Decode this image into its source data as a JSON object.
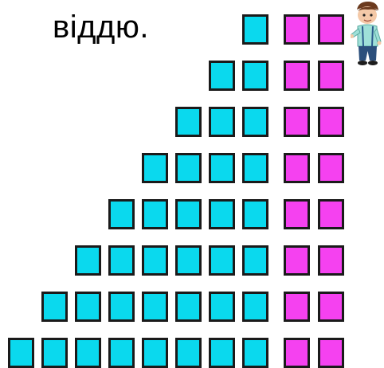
{
  "title": "віддю.",
  "colors": {
    "blue": "#0ad9ee",
    "pink": "#f541f0",
    "border": "#1a1a1a"
  },
  "rows": [
    {
      "blue": 1,
      "pink": 2
    },
    {
      "blue": 2,
      "pink": 2
    },
    {
      "blue": 3,
      "pink": 2
    },
    {
      "blue": 4,
      "pink": 2
    },
    {
      "blue": 5,
      "pink": 2
    },
    {
      "blue": 6,
      "pink": 2
    },
    {
      "blue": 7,
      "pink": 2
    },
    {
      "blue": 8,
      "pink": 2
    }
  ],
  "character": "boy-figure"
}
